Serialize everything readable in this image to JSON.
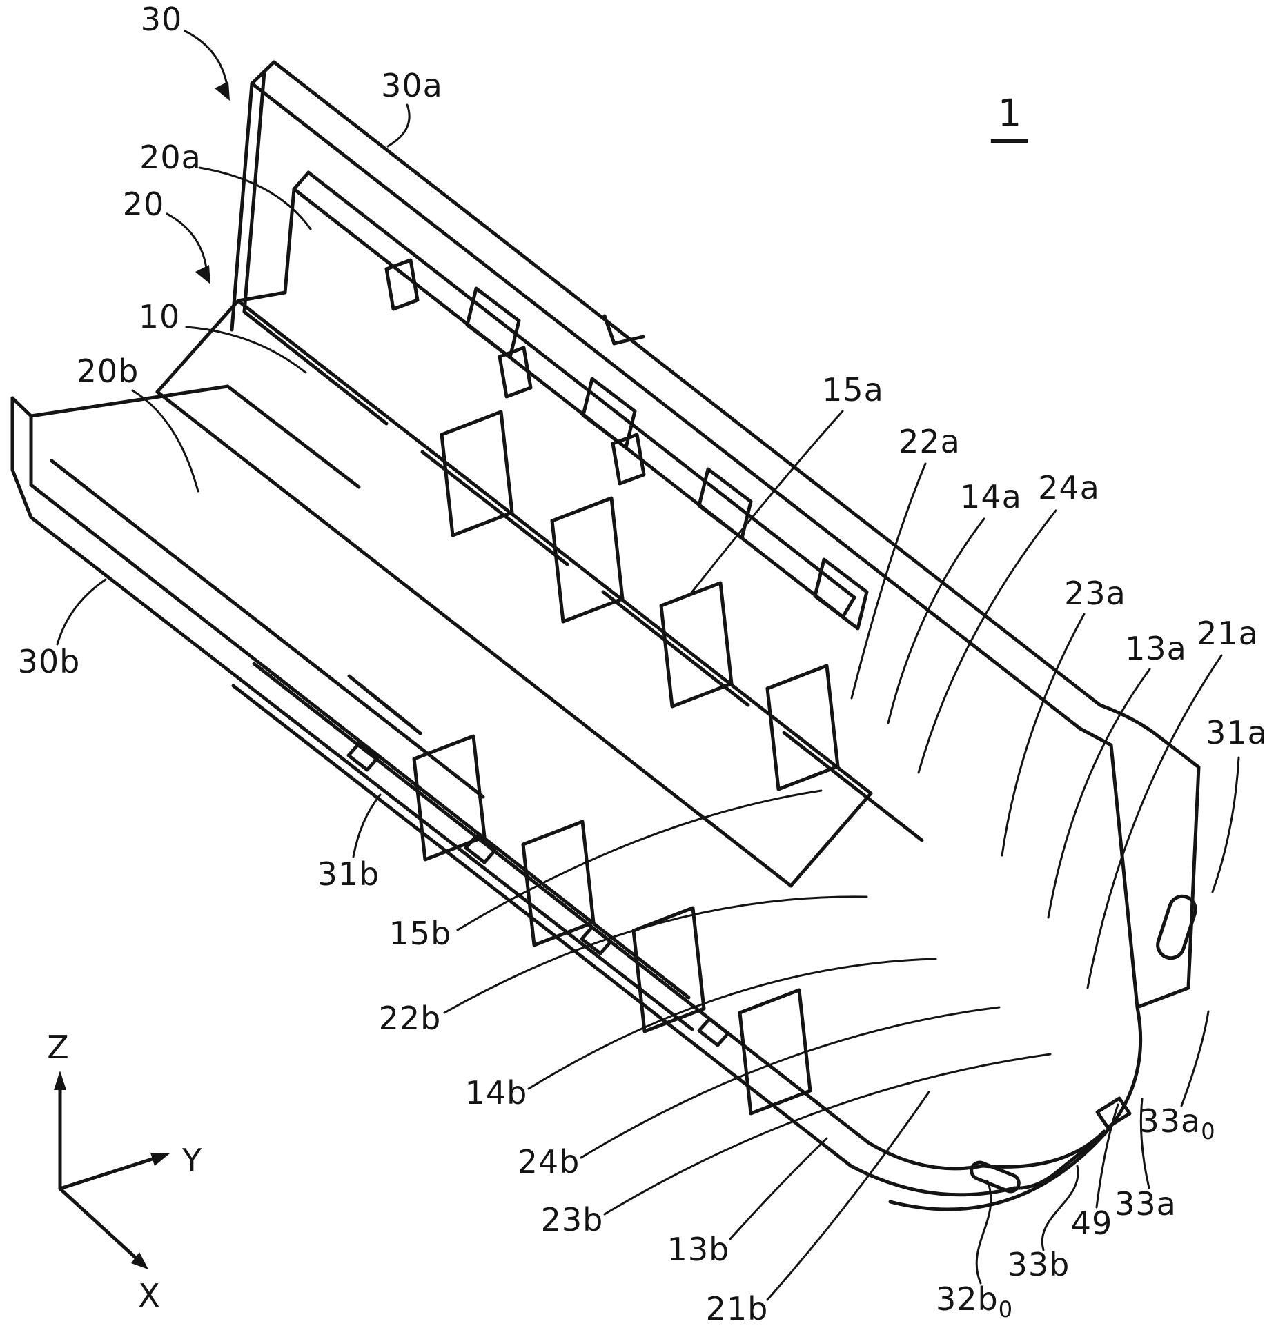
{
  "figure": {
    "number": "1"
  },
  "axes": {
    "z": "Z",
    "y": "Y",
    "x": "X"
  },
  "labels": [
    {
      "id": "30",
      "text": "30",
      "sub": ""
    },
    {
      "id": "30a",
      "text": "30a",
      "sub": ""
    },
    {
      "id": "20a",
      "text": "20a",
      "sub": ""
    },
    {
      "id": "20",
      "text": "20",
      "sub": ""
    },
    {
      "id": "10",
      "text": "10",
      "sub": ""
    },
    {
      "id": "20b",
      "text": "20b",
      "sub": ""
    },
    {
      "id": "30b",
      "text": "30b",
      "sub": ""
    },
    {
      "id": "31b",
      "text": "31b",
      "sub": ""
    },
    {
      "id": "15b",
      "text": "15b",
      "sub": ""
    },
    {
      "id": "22b",
      "text": "22b",
      "sub": ""
    },
    {
      "id": "14b",
      "text": "14b",
      "sub": ""
    },
    {
      "id": "24b",
      "text": "24b",
      "sub": ""
    },
    {
      "id": "23b",
      "text": "23b",
      "sub": ""
    },
    {
      "id": "13b",
      "text": "13b",
      "sub": ""
    },
    {
      "id": "21b",
      "text": "21b",
      "sub": ""
    },
    {
      "id": "32b0",
      "text": "32b",
      "sub": "0"
    },
    {
      "id": "33b",
      "text": "33b",
      "sub": ""
    },
    {
      "id": "49",
      "text": "49",
      "sub": ""
    },
    {
      "id": "33a",
      "text": "33a",
      "sub": ""
    },
    {
      "id": "33a0",
      "text": "33a",
      "sub": "0"
    },
    {
      "id": "31a",
      "text": "31a",
      "sub": ""
    },
    {
      "id": "21a",
      "text": "21a",
      "sub": ""
    },
    {
      "id": "13a",
      "text": "13a",
      "sub": ""
    },
    {
      "id": "23a",
      "text": "23a",
      "sub": ""
    },
    {
      "id": "24a",
      "text": "24a",
      "sub": ""
    },
    {
      "id": "14a",
      "text": "14a",
      "sub": ""
    },
    {
      "id": "22a",
      "text": "22a",
      "sub": ""
    },
    {
      "id": "15a",
      "text": "15a",
      "sub": ""
    }
  ]
}
